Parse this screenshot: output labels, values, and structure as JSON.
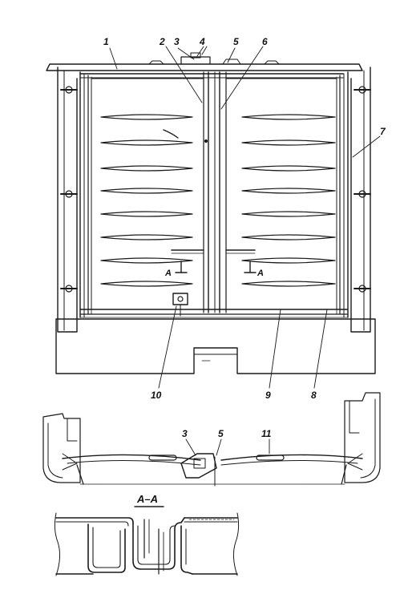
{
  "callouts": {
    "c1": "1",
    "c2": "2",
    "c3": "3",
    "c4": "4",
    "c5": "5",
    "c6": "6",
    "c7": "7",
    "c8": "8",
    "c9": "9",
    "c10": "10",
    "c11": "11"
  },
  "plan_view": {
    "ref_3": "3",
    "ref_5": "5",
    "ref_11": "11"
  },
  "section": {
    "marker_left": "A",
    "marker_right": "A",
    "title": "A–A"
  },
  "colors": {
    "ink": "#1a1a1a",
    "paper": "#ffffff"
  }
}
